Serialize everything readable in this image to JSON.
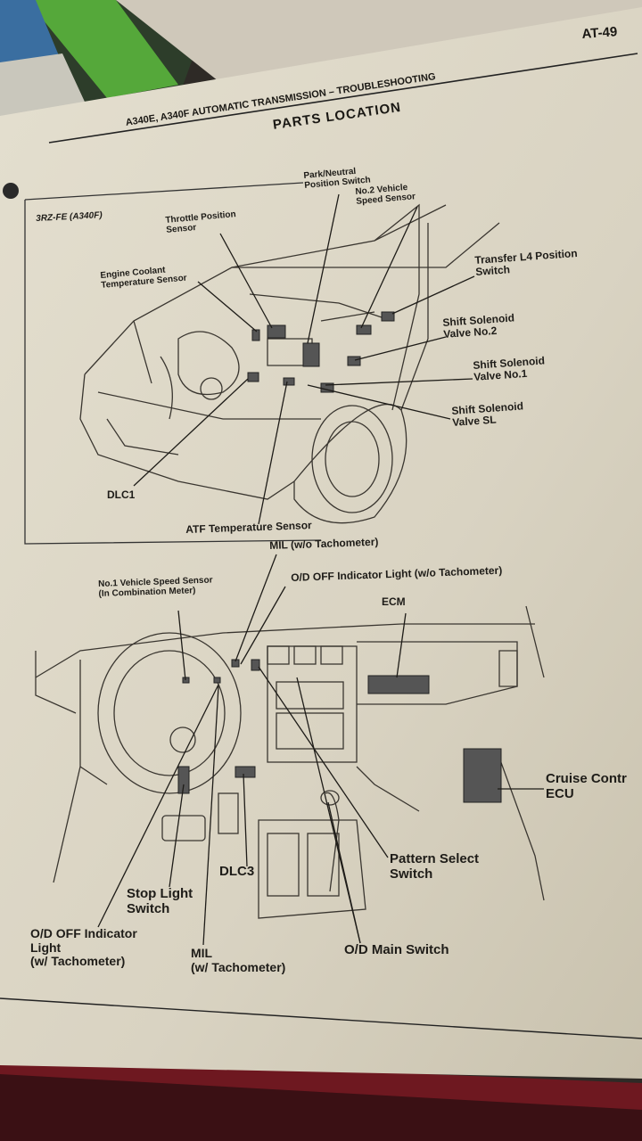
{
  "header": {
    "page_number": "AT-49",
    "running_title": "A340E, A340F AUTOMATIC TRANSMISSION – TROUBLESHOOTING",
    "section_title": "PARTS LOCATION"
  },
  "engine_diagram": {
    "model_label": "3RZ-FE (A340F)",
    "labels": {
      "park_neutral": "Park/Neutral\nPosition Switch",
      "no2_speed": "No.2 Vehicle\nSpeed Sensor",
      "throttle": "Throttle Position\nSensor",
      "coolant": "Engine Coolant\nTemperature Sensor",
      "transfer_l4": "Transfer L4 Position\nSwitch",
      "solenoid_2": "Shift Solenoid\nValve No.2",
      "solenoid_1": "Shift Solenoid\nValve No.1",
      "solenoid_sl": "Shift Solenoid\nValve SL",
      "dlc1": "DLC1",
      "atf_temp": "ATF Temperature Sensor"
    }
  },
  "dash_diagram": {
    "labels": {
      "mil_no_tach": "MIL (w/o Tachometer)",
      "no1_speed": "No.1 Vehicle Speed Sensor\n(In Combination Meter)",
      "od_off_no_tach": "O/D OFF Indicator Light (w/o Tachometer)",
      "ecm": "ECM",
      "cruise_ecu": "Cruise Contr\nECU",
      "pattern_select": "Pattern Select\nSwitch",
      "dlc3": "DLC3",
      "stop_light": "Stop Light\nSwitch",
      "od_off_tach": "O/D OFF Indicator\nLight\n(w/ Tachometer)",
      "mil_tach": "MIL\n(w/ Tachometer)",
      "od_main": "O/D Main Switch"
    }
  },
  "colors": {
    "paper": "#ddd8c8",
    "ink": "#1e1c18",
    "binder_red": "#7a1a22"
  }
}
